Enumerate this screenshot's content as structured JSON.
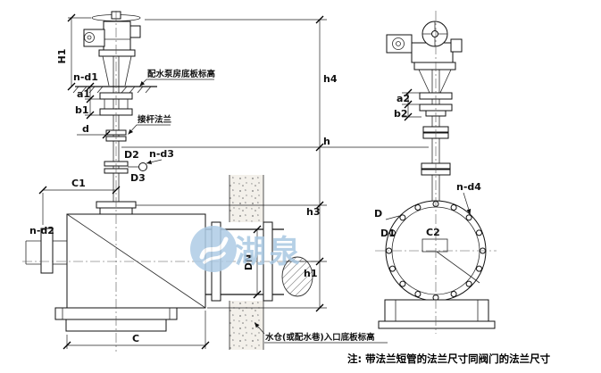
{
  "note": "注: 带法兰短管的法兰尺寸同阀门的法兰尺寸",
  "watermark": {
    "text": "湖泉"
  },
  "annotations": {
    "pump_floor": "配水泵房底板标高",
    "stem_flange": "接杆法兰",
    "sump_floor": "水仓(或配水巷)入口底板标高"
  },
  "dims": {
    "H1": "H1",
    "nd1": "n-d1",
    "a1": "a1",
    "b1": "b1",
    "d": "d",
    "D2": "D2",
    "nd3": "n-d3",
    "D3": "D3",
    "C1": "C1",
    "nd2": "n-d2",
    "DN": "DN",
    "C": "C",
    "h4": "h4",
    "h": "h",
    "h3": "h3",
    "h1": "h1",
    "a2": "a2",
    "b2": "b2",
    "nd4": "n-d4",
    "D": "D",
    "D1": "D1",
    "C2": "C2"
  }
}
